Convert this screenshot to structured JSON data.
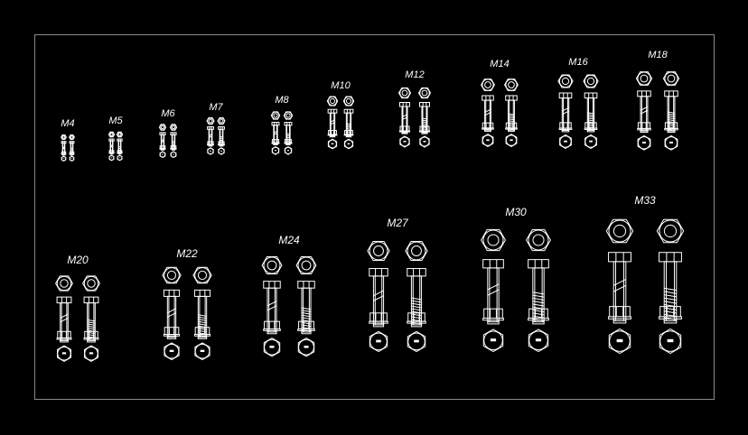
{
  "colors": {
    "background": "#000000",
    "drawing_line": "#ffffff",
    "frame": "#8a8a8a"
  },
  "sizes": [
    {
      "label": "M4"
    },
    {
      "label": "M5"
    },
    {
      "label": "M6"
    },
    {
      "label": "M7"
    },
    {
      "label": "M8"
    },
    {
      "label": "M10"
    },
    {
      "label": "M12"
    },
    {
      "label": "M14"
    },
    {
      "label": "M16"
    },
    {
      "label": "M18"
    },
    {
      "label": "M20"
    },
    {
      "label": "M22"
    },
    {
      "label": "M24"
    },
    {
      "label": "M27"
    },
    {
      "label": "M30"
    },
    {
      "label": "M33"
    }
  ]
}
